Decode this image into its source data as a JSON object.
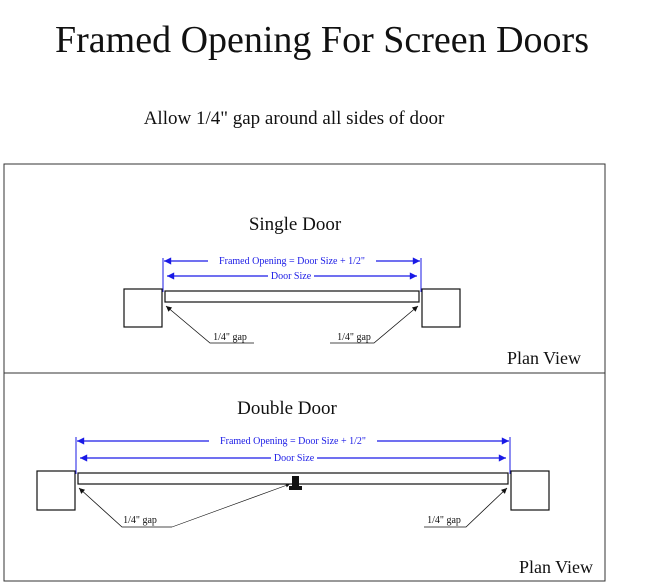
{
  "title": "Framed Opening For Screen Doors",
  "subtitle": "Allow 1/4\" gap around all sides of door",
  "single": {
    "heading": "Single Door",
    "framed_label": "Framed Opening = Door Size + 1/2\"",
    "door_label": "Door Size",
    "gap_left": "1/4\" gap",
    "gap_right": "1/4\" gap",
    "view": "Plan View"
  },
  "double": {
    "heading": "Double Door",
    "framed_label": "Framed Opening = Door Size + 1/2\"",
    "door_label": "Door Size",
    "gap_left": "1/4\" gap",
    "gap_right": "1/4\" gap",
    "view": "Plan View"
  },
  "colors": {
    "dimension": "#1a1ae6",
    "line": "#111111"
  }
}
